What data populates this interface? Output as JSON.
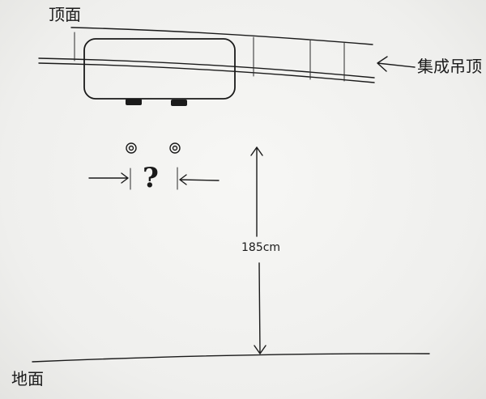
{
  "labels": {
    "ceiling": "顶面",
    "integrated_ceiling": "集成吊顶",
    "floor": "地面",
    "height": "185cm",
    "unknown_spacing": "?"
  },
  "ink_color": "#1a1a1a",
  "paper_color": "#efefed"
}
